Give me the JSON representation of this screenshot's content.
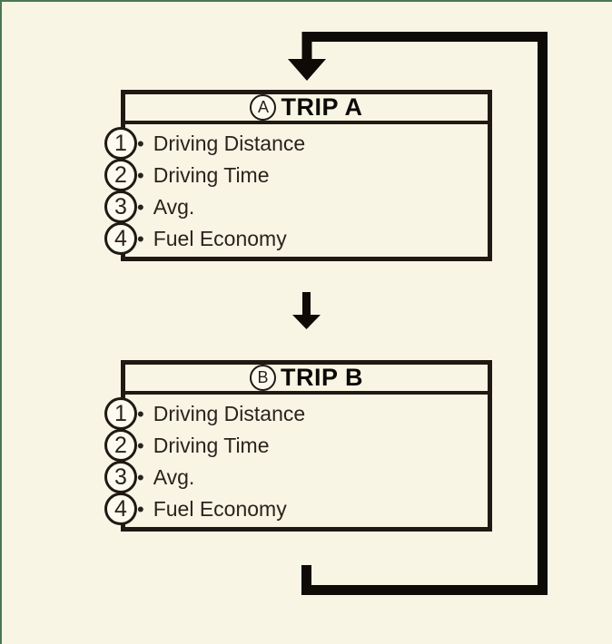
{
  "page": {
    "background_color": "#f9f5e5",
    "frame_border_color": "#4b7752",
    "arrow_color": "#0e0a06",
    "box_border_color": "#201913",
    "text_color": "#2a231c",
    "badge_fill_color": "#fdfaef"
  },
  "bullet": "•",
  "icons": {
    "loop_arrow": "loop-arrow-icon",
    "flow_down_arrow": "down-arrow-icon"
  },
  "panels": [
    {
      "id": "trip-a",
      "badge": "A",
      "title": "TRIP A",
      "items": [
        {
          "number": "1",
          "label": "Driving Distance"
        },
        {
          "number": "2",
          "label": "Driving Time"
        },
        {
          "number": "3",
          "label": "Avg."
        },
        {
          "number": "4",
          "label": "Fuel Economy"
        }
      ]
    },
    {
      "id": "trip-b",
      "badge": "B",
      "title": "TRIP B",
      "items": [
        {
          "number": "1",
          "label": "Driving Distance"
        },
        {
          "number": "2",
          "label": "Driving Time"
        },
        {
          "number": "3",
          "label": "Avg."
        },
        {
          "number": "4",
          "label": "Fuel Economy"
        }
      ]
    }
  ]
}
